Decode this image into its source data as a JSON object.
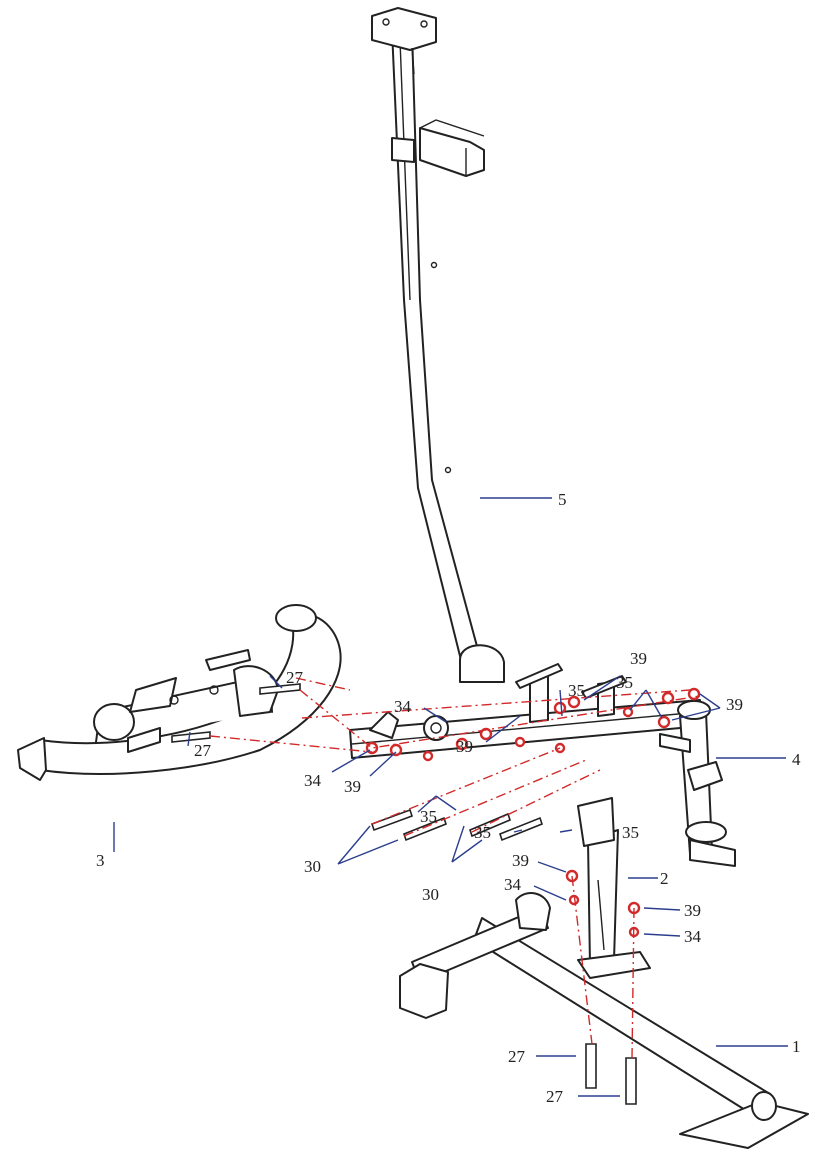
{
  "callouts": {
    "c1": "1",
    "c2": "2",
    "c3": "3",
    "c4": "4",
    "c5": "5",
    "c27_a": "27",
    "c27_b": "27",
    "c27_c": "27",
    "c27_d": "27",
    "c30_a": "30",
    "c30_b": "30",
    "c34_a": "34",
    "c34_b": "34",
    "c34_c": "34",
    "c34_d": "34",
    "c35_a": "35",
    "c35_b": "35",
    "c35_c": "35",
    "c35_d": "35",
    "c35_e": "35",
    "c39_a": "39",
    "c39_b": "39",
    "c39_c": "39",
    "c39_d": "39",
    "c39_e": "39",
    "c39_f": "39"
  },
  "colors": {
    "line": "#222222",
    "center_line": "#d22a2a",
    "leader": "#2c3f8f"
  }
}
